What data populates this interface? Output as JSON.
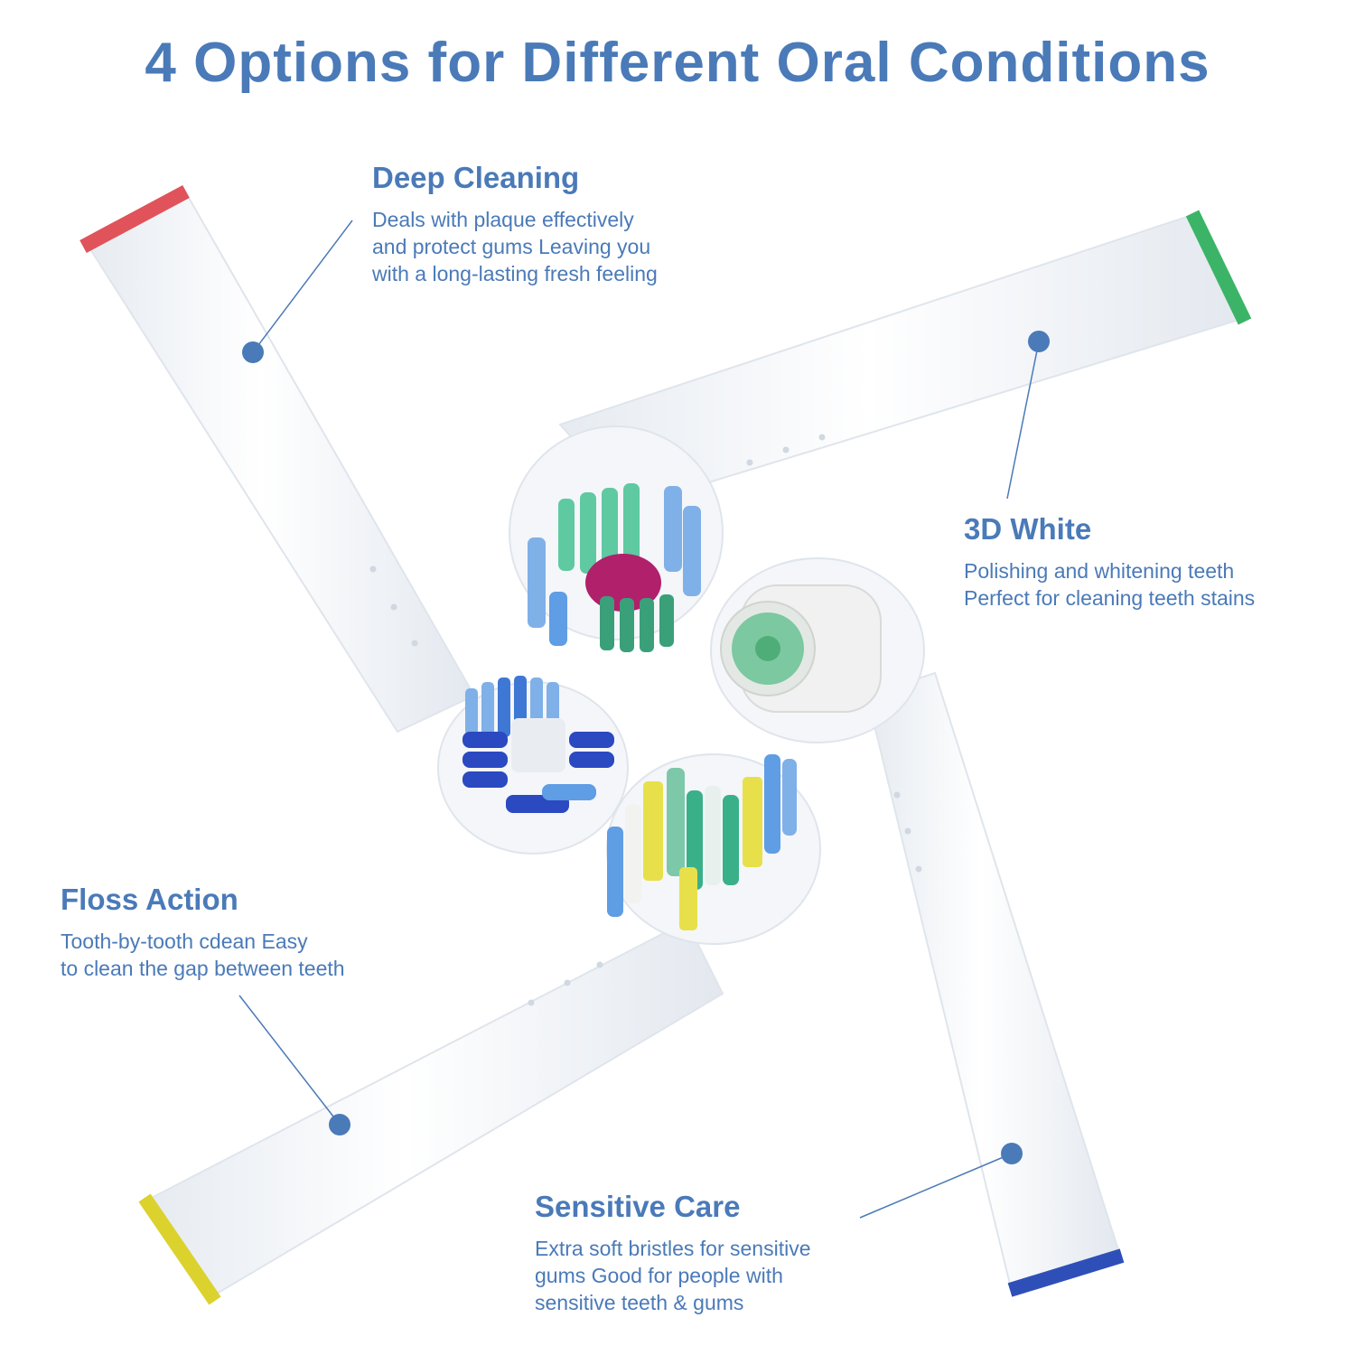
{
  "title": "4 Options for Different Oral Conditions",
  "colors": {
    "heading": "#4a7ab8",
    "text": "#4a7ab8",
    "dot": "#4a7ab8",
    "leader": "#4a7ab8",
    "handle": "#f4f6f9",
    "handle_edge": "#dfe5ec",
    "ring_red": "#e0535a",
    "ring_green": "#3cb468",
    "ring_yellow": "#dbd22e",
    "ring_blue": "#2f4fb8"
  },
  "features": [
    {
      "name": "Deep Cleaning",
      "lines": [
        "Deals with plaque effectively",
        "and protect gums Leaving you",
        "with a long-lasting fresh feeling"
      ],
      "ring_color": "red"
    },
    {
      "name": "3D White",
      "lines": [
        "Polishing and whitening teeth",
        "Perfect for cleaning teeth stains"
      ],
      "ring_color": "green"
    },
    {
      "name": "Floss Action",
      "lines": [
        "Tooth-by-tooth cdean Easy",
        "to clean the gap between teeth"
      ],
      "ring_color": "yellow"
    },
    {
      "name": "Sensitive Care",
      "lines": [
        "Extra soft bristles for sensitive",
        "gums Good for people with",
        "sensitive teeth & gums"
      ],
      "ring_color": "blue"
    }
  ]
}
